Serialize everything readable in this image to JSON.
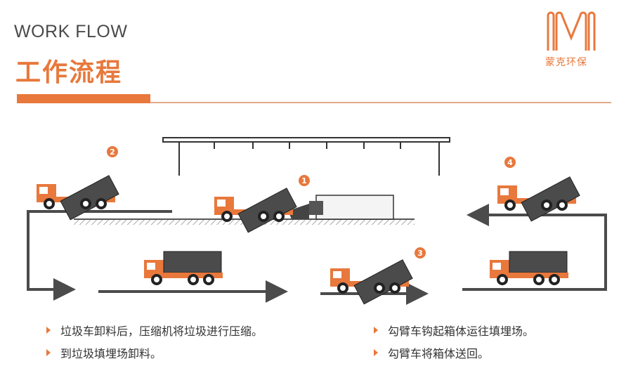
{
  "header": {
    "title_en": "WORK FLOW",
    "title_cn": "工作流程",
    "logo_text": "蒙克环保",
    "accent_color": "#e8783c"
  },
  "steps": [
    {
      "number": "1"
    },
    {
      "number": "2"
    },
    {
      "number": "3"
    },
    {
      "number": "4"
    }
  ],
  "bullets": [
    "垃圾车卸料后，压缩机将垃圾进行压缩。",
    "到垃圾填埋场卸料。",
    "勾臂车钩起箱体运往填埋场。",
    "勾臂车将箱体送回。"
  ]
}
